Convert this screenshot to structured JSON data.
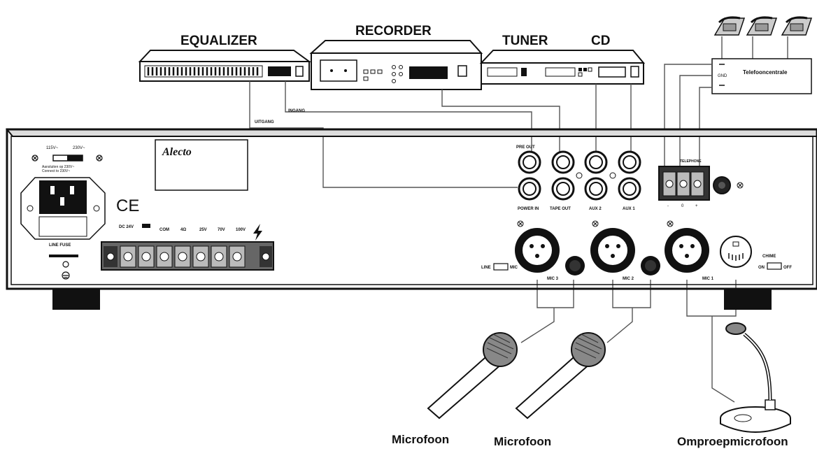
{
  "devices": {
    "equalizer": "EQUALIZER",
    "recorder": "RECORDER",
    "tuner": "TUNER",
    "cd": "CD",
    "telephone_central": "Telefooncentrale"
  },
  "wires": {
    "uitgang": "UITGANG",
    "ingang": "INGANG"
  },
  "amplifier": {
    "brand": "Alecto",
    "voltage_left": "115V~",
    "voltage_right": "230V~",
    "voltage_note_1": "Aansluiten op 230V~",
    "voltage_note_2": "Connect to 230V~",
    "ce_mark": "CE",
    "line_fuse": "LINE FUSE",
    "terminal_labels": [
      "DC 24V",
      "COM",
      "4Ω",
      "25V",
      "70V",
      "100V"
    ],
    "pre_out": "PRE OUT",
    "power_in": "POWER IN",
    "tape_out": "TAPE OUT",
    "aux2": "AUX 2",
    "aux1": "AUX 1",
    "telephone": "TELEPHONE",
    "tel_minus": "-",
    "tel_zero": "0",
    "tel_plus": "+",
    "line": "LINE",
    "mic_switch": "MIC",
    "mic3": "MIC 3",
    "mic2": "MIC 2",
    "mic1": "MIC 1",
    "chime": "CHIME",
    "chime_on": "ON",
    "chime_off": "OFF"
  },
  "phone_panel": {
    "gnd": "GND"
  },
  "captions": {
    "mic_a": "Microfoon",
    "mic_b": "Microfoon",
    "paging_mic": "Omproepmicrofoon"
  }
}
